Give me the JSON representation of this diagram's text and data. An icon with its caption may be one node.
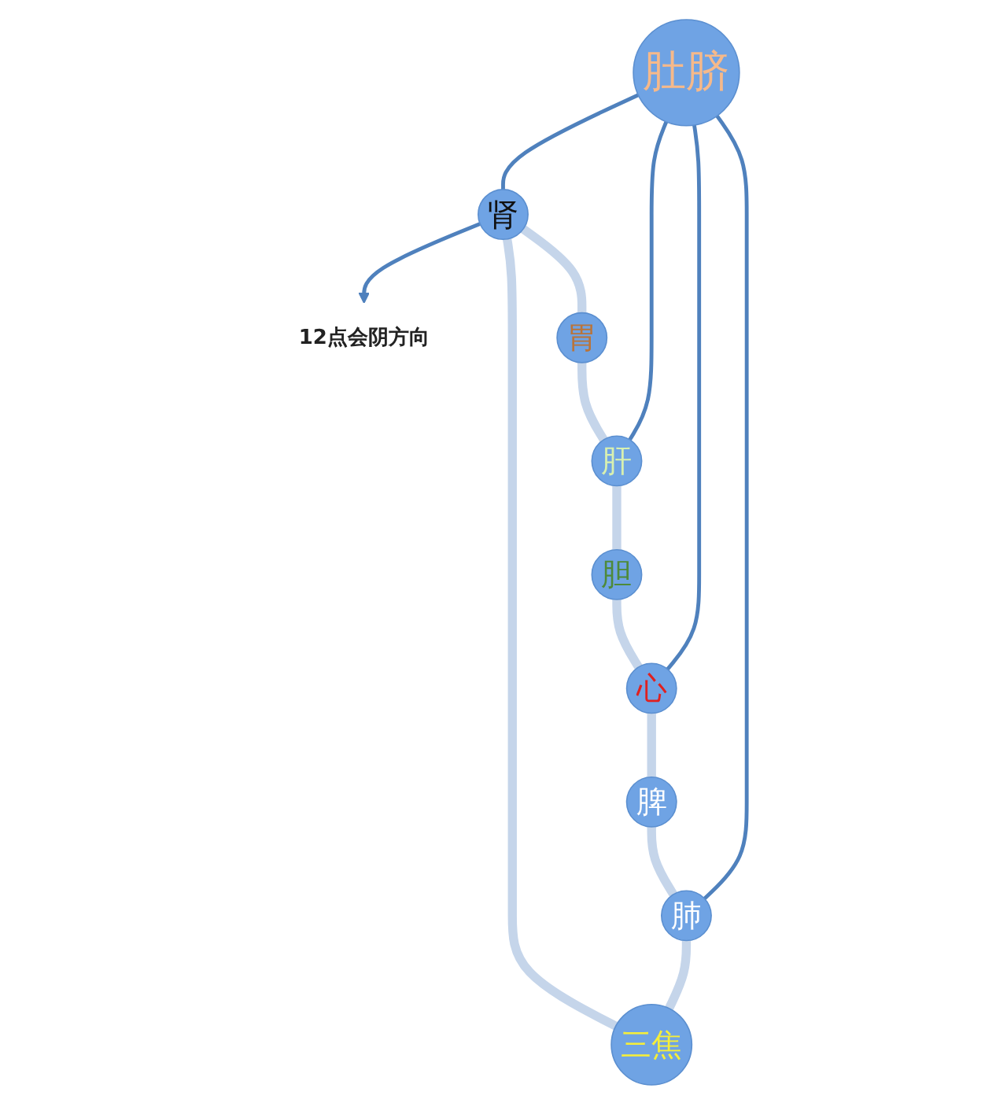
{
  "diagram": {
    "nodes": [
      {
        "text": [
          "12点会阴方向"
        ]
      },
      {
        "text": [
          "肾"
        ]
      },
      {
        "text": [
          "三焦"
        ]
      },
      {
        "text": [
          "胃"
        ]
      },
      {
        "text": [
          "肺"
        ]
      },
      {
        "text": [
          "肚脐"
        ]
      },
      {
        "text": [
          "肝"
        ]
      },
      {
        "text": [
          "脾"
        ]
      },
      {
        "text": [
          "胆"
        ]
      },
      {
        "text": [
          "心"
        ]
      }
    ],
    "edges": [
      {
        "from": 1,
        "to": 0,
        "arrow": "to",
        "color": "#4f81bd"
      },
      {
        "from": 5,
        "to": 1,
        "arrow": "none",
        "color": "#4f81bd"
      },
      {
        "from": 5,
        "to": 4,
        "arrow": "none",
        "color": "#4f81bd"
      },
      {
        "from": 5,
        "to": 6,
        "arrow": "none",
        "color": "#4f81bd"
      },
      {
        "from": 5,
        "to": 9,
        "arrow": "none",
        "color": "#4f81bd"
      },
      {
        "from": 1,
        "to": 3,
        "arrow": "none"
      },
      {
        "from": 3,
        "to": 6,
        "arrow": "none"
      },
      {
        "from": 6,
        "to": 8,
        "arrow": "none"
      },
      {
        "from": 8,
        "to": 9,
        "arrow": "none"
      },
      {
        "from": 9,
        "to": 7,
        "arrow": "none"
      },
      {
        "from": 7,
        "to": 4,
        "arrow": "none"
      },
      {
        "from": 4,
        "to": 2,
        "arrow": "none"
      },
      {
        "from": 2,
        "to": 1,
        "arrow": "none"
      }
    ]
  }
}
